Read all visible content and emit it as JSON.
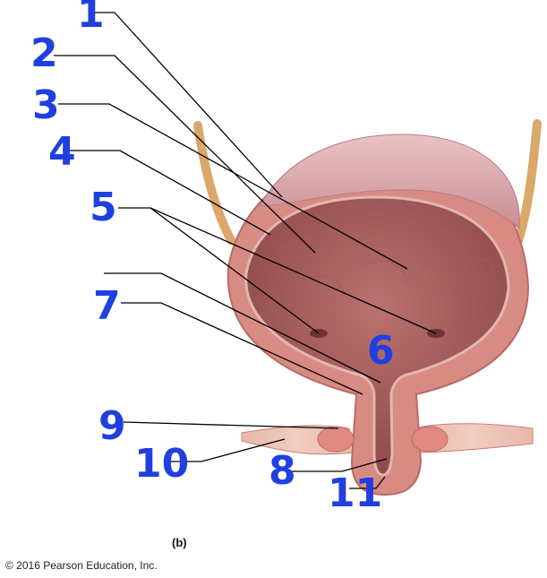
{
  "panel_label": "(b)",
  "copyright": "© 2016 Pearson Education, Inc.",
  "labels": [
    "1",
    "2",
    "3",
    "4",
    "5",
    "",
    "7",
    "9",
    "10",
    "8",
    "11"
  ],
  "label6": "6",
  "colors": {
    "ink": "#1f3fe0",
    "leader": "#000000",
    "mucosa": "#c98a86",
    "muscle": "#d98a80",
    "ureter": "#d9a86a",
    "surface": "#e7c3c3"
  }
}
